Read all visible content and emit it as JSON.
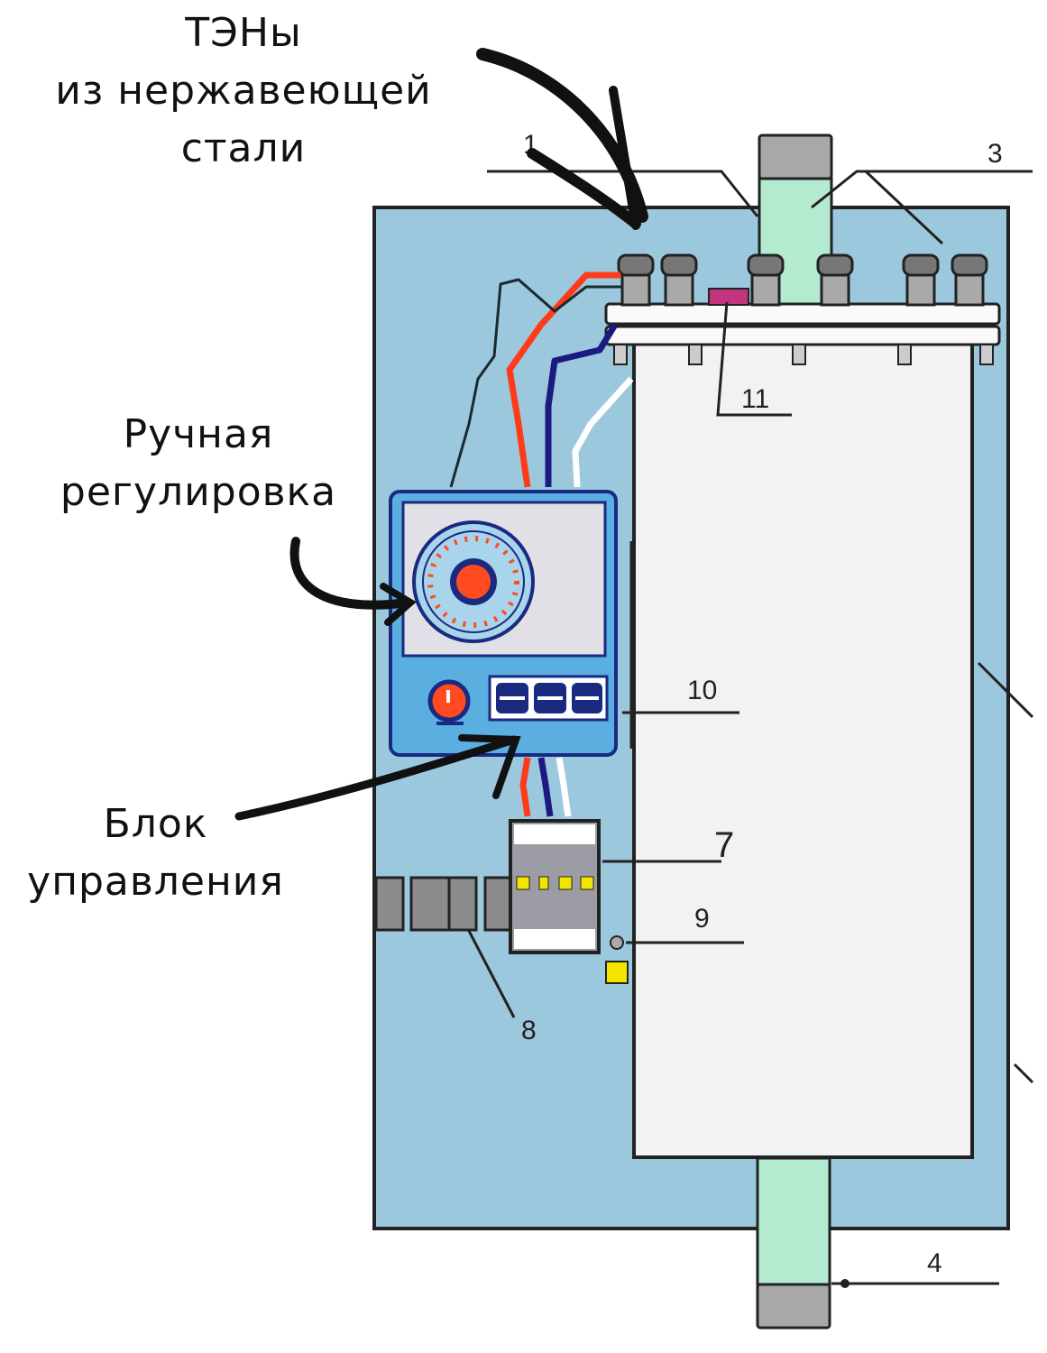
{
  "callouts": {
    "heaters": [
      "ТЭНы",
      "из нержавеющей",
      "стали"
    ],
    "manual_control": [
      "Ручная",
      "регулировка"
    ],
    "control_unit": [
      "Блок",
      "управления"
    ]
  },
  "part_numbers": {
    "p1": "1",
    "p3": "3",
    "p4": "4",
    "p7": "7",
    "p8": "8",
    "p9": "9",
    "p10": "10",
    "p11": "11"
  },
  "colors": {
    "housing": "#9cc8de",
    "tank": "#f2f2f2",
    "pipe": "#b4ead0",
    "pipe_cap": "#a8a8a8",
    "control_panel": "#5aaee0",
    "knob_red": "#ff4b1f",
    "wire_red": "#ff3b1a",
    "wire_blue": "#1a1a80",
    "terminal_yellow": "#f2e600",
    "sensor_magenta": "#c2357e"
  }
}
